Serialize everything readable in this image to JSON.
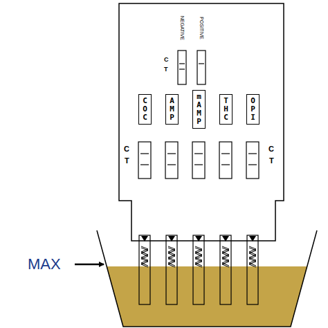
{
  "diagram": {
    "nodes": [
      {
        "text": [
          "COC"
        ]
      },
      {
        "text": [
          "AMP"
        ]
      },
      {
        "text": [
          "mAMP"
        ]
      },
      {
        "text": [
          "THC"
        ]
      },
      {
        "text": [
          "OPI"
        ]
      }
    ],
    "labels": [
      "NEGATIVE",
      "POSITIVE",
      "C",
      "T",
      "C",
      "T",
      "C",
      "T",
      "MAX"
    ]
  }
}
